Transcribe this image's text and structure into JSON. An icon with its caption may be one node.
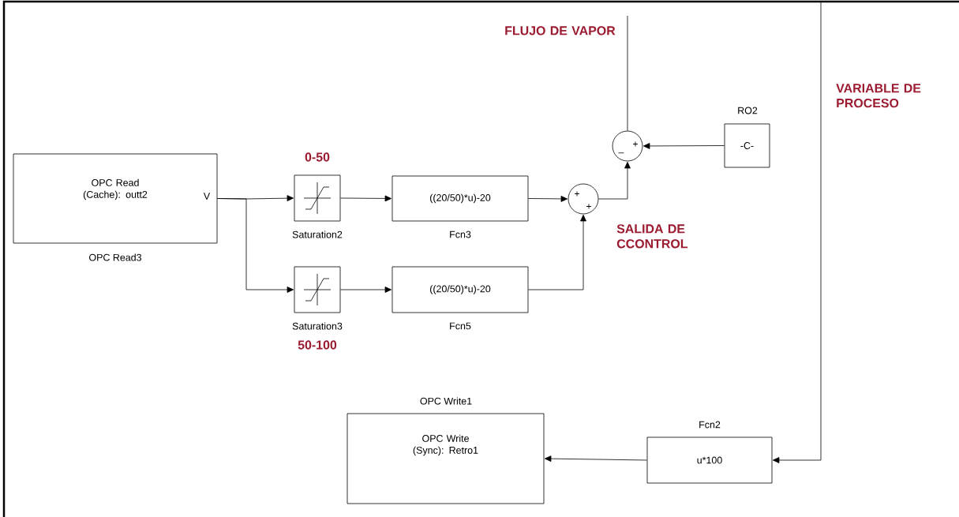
{
  "diagram": {
    "nodes": [
      {
        "text": [
          "OPC Read (Cache): outt2",
          "V"
        ],
        "beside": [
          "OPC Read3"
        ]
      },
      {
        "text": [],
        "shape": "box",
        "beside": [
          "0-50",
          "Saturation2"
        ]
      },
      {
        "text": [],
        "shape": "box",
        "beside": [
          "Saturation3",
          "50-100"
        ]
      },
      {
        "text": [
          "((20/50)*u)-20"
        ],
        "beside": [
          "Fcn3"
        ]
      },
      {
        "text": [
          "((20/50)*u)-20"
        ],
        "beside": [
          "Fcn5"
        ]
      },
      {
        "text": [
          "+",
          "+"
        ]
      },
      {
        "text": [
          "_",
          "+"
        ]
      },
      {
        "text": [
          "-C-"
        ],
        "beside": [
          "RO2"
        ]
      },
      {
        "text": [
          "OPC Write (Sync): Retro1"
        ],
        "beside": [
          "OPC Write1"
        ]
      },
      {
        "text": [
          "u*100"
        ],
        "beside": [
          "Fcn2"
        ]
      }
    ],
    "edges": [
      {
        "from": 0,
        "to": 1,
        "arrow": "to"
      },
      {
        "from": 0,
        "to": 2,
        "arrow": "to"
      },
      {
        "from": 1,
        "to": 3,
        "arrow": "to"
      },
      {
        "from": 2,
        "to": 4,
        "arrow": "to"
      },
      {
        "from": 3,
        "to": 5,
        "arrow": "to"
      },
      {
        "from": 4,
        "to": 5,
        "arrow": "to"
      },
      {
        "from": 5,
        "to": 6,
        "arrow": "to",
        "label": "SALIDA DE CCONTROL"
      },
      {
        "from": 7,
        "to": 6,
        "arrow": "to"
      },
      {
        "from": null,
        "to": 6,
        "arrow": "none",
        "label": "FLUJO DE VAPOR"
      },
      {
        "from": null,
        "to": 9,
        "arrow": "to",
        "label": "VARIABLE DE PROCESO"
      },
      {
        "from": 9,
        "to": 8,
        "arrow": "to"
      }
    ]
  }
}
